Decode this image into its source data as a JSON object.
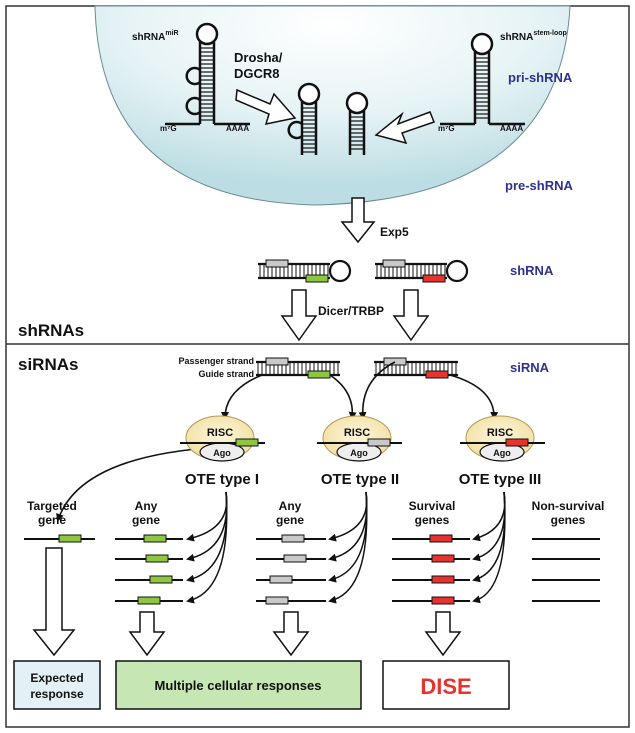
{
  "sections": {
    "shrnas": "shRNAs",
    "sirnas": "siRNAs"
  },
  "nucleus": {
    "shrna_mir_base": "shRNA",
    "shrna_mir_sup": "miR",
    "shrna_stemloop_base": "shRNA",
    "shrna_stemloop_sup": "stem-loop",
    "drosha_line1": "Drosha/",
    "drosha_line2": "DGCR8",
    "pri_shrna": "pri-shRNA",
    "pre_shrna": "pre-shRNA",
    "cap_left": "m⁷G",
    "polyA_left": "AAAA",
    "cap_right": "m⁷G",
    "polyA_right": "AAAA"
  },
  "export": {
    "exp5": "Exp5",
    "shrna": "shRNA",
    "dicer": "Dicer/TRBP"
  },
  "sirna_panel": {
    "passenger_strand": "Passenger strand",
    "guide_strand": "Guide strand",
    "sirna": "siRNA",
    "risc": "RISC",
    "ago": "Ago",
    "ote1": "OTE type I",
    "ote2": "OTE type II",
    "ote3": "OTE type III"
  },
  "genes": {
    "targeted_1": "Targeted",
    "targeted_2": "gene",
    "any1_1": "Any",
    "any1_2": "gene",
    "any2_1": "Any",
    "any2_2": "gene",
    "survival_1": "Survival",
    "survival_2": "genes",
    "nonsurvival_1": "Non-survival",
    "nonsurvival_2": "genes"
  },
  "outcomes": {
    "expected_1": "Expected",
    "expected_2": "response",
    "multiple": "Multiple cellular responses",
    "dise": "DISE"
  },
  "colors": {
    "nucleus_fill": "#cfe6ea",
    "green": "#8dc63f",
    "red": "#e8322d",
    "grey": "#c9c9c9",
    "blue_label": "#2e3192",
    "risc_fill": "#f5e7b5",
    "expected_fill": "#e3f1f6",
    "multiple_fill": "#c6e6b4",
    "dise_text": "#e8322d"
  }
}
